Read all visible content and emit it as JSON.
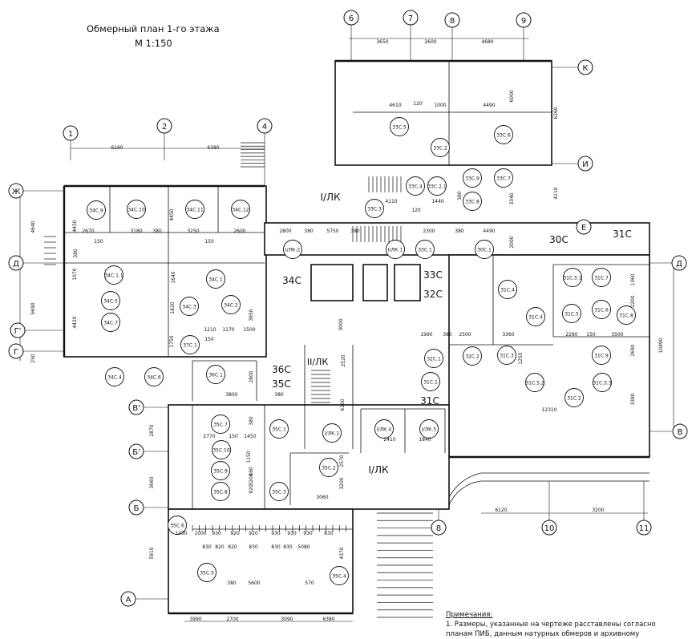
{
  "header": {
    "title": "Обмерный план 1-го этажа",
    "scale": "М 1:150"
  },
  "notes": {
    "heading": "Примечания:",
    "line1": "1. Размеры, указанные на чертеже расставлены согласно",
    "line2": "планам ПИБ, данным натурных обмеров и архивному"
  },
  "axes_numeric": [
    "1",
    "2",
    "4",
    "6",
    "7",
    "8",
    "9",
    "8",
    "10",
    "11"
  ],
  "axes_letter": [
    "К",
    "И",
    "Е",
    "Ж",
    "Д",
    "Д",
    "Г'",
    "Г",
    "В'",
    "В",
    "Б'",
    "Б",
    "А"
  ],
  "room_tags": [
    "33С.5",
    "33С.6",
    "33С.2",
    "33С.4",
    "33С.2.1",
    "33С.9",
    "33С.7",
    "33С.3",
    "33С.8",
    "34С.9",
    "34С.10",
    "34С.11",
    "34С.12",
    "I/ЛК.2",
    "I/ЛК.1",
    "33С.1",
    "30С.1",
    "34С.1.1",
    "34С.1",
    "34С.5",
    "34С.7",
    "34С.3",
    "34С.2",
    "37С.1",
    "34С.4",
    "34С.6",
    "31С.4",
    "31С.5.1",
    "31С.7",
    "31С.4",
    "31С.5",
    "31С.6",
    "31С.8",
    "32С.1",
    "32С.2",
    "31С.3",
    "31С.9",
    "31С.1",
    "31С.5.2",
    "31С.5.3",
    "31С.2",
    "36С.1",
    "35С.7",
    "35С.1",
    "I/ЛК.1",
    "I/ЛК.4",
    "I/ЛК.5",
    "35С.10",
    "35С.9",
    "35С.8",
    "35С.3",
    "35С.2",
    "35С.6",
    "35С.5",
    "35С.4"
  ],
  "zone_labels": [
    "I/ЛК",
    "34С",
    "33С",
    "32С",
    "36С",
    "35С",
    "II/ЛК",
    "31С",
    "I/ЛК",
    "30С",
    "31С"
  ],
  "dimensions": [
    "3650",
    "2600",
    "4680",
    "6190",
    "6380",
    "4610",
    "120",
    "1000",
    "4490",
    "6000",
    "6260",
    "4110",
    "120",
    "1440",
    "380",
    "3340",
    "4110",
    "2670",
    "3180",
    "380",
    "3250",
    "2600",
    "4450",
    "4450",
    "150",
    "150",
    "2800",
    "380",
    "5750",
    "380",
    "2300",
    "380",
    "4490",
    "2000",
    "4640",
    "380",
    "1070",
    "1640",
    "1820",
    "4420",
    "5690",
    "250",
    "3950",
    "1750",
    "1210",
    "1170",
    "1500",
    "150",
    "3000",
    "1990",
    "380",
    "2500",
    "3360",
    "2280",
    "150",
    "3500",
    "1360",
    "2200",
    "1250",
    "2690",
    "10890",
    "3800",
    "2800",
    "380",
    "2520",
    "6100",
    "3380",
    "12310",
    "2870",
    "2770",
    "150",
    "1450",
    "2410",
    "1840",
    "3660",
    "1150",
    "3060",
    "3200",
    "5910",
    "1450",
    "1000",
    "930",
    "920",
    "920",
    "930",
    "930",
    "930",
    "830",
    "830",
    "820",
    "820",
    "830",
    "830",
    "830",
    "5080",
    "4370",
    "380",
    "5600",
    "570",
    "3990",
    "2700",
    "3090",
    "6380",
    "6120",
    "3200",
    "2570",
    "380",
    "3200",
    "880",
    "920"
  ]
}
